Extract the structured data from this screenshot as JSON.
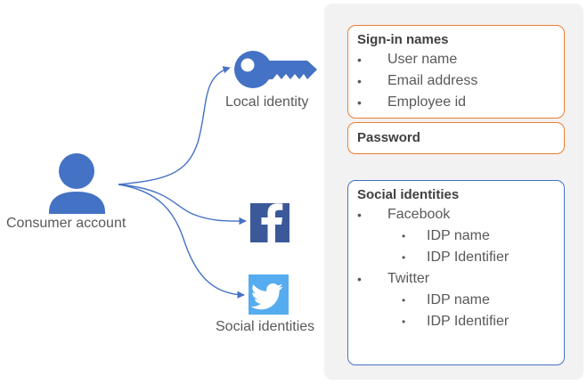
{
  "diagram": {
    "actor": {
      "label": "Consumer account",
      "icon": "person-icon"
    },
    "nodes": [
      {
        "key": "local",
        "label": "Local identity",
        "icon": "key-icon"
      },
      {
        "key": "facebook",
        "label": "",
        "icon": "facebook-icon"
      },
      {
        "key": "social",
        "label": "Social identities",
        "icon": "twitter-icon"
      }
    ],
    "connectors": [
      {
        "from": "Consumer account",
        "to": "Local identity"
      },
      {
        "from": "Consumer account",
        "to": "Facebook"
      },
      {
        "from": "Consumer account",
        "to": "Twitter"
      }
    ]
  },
  "panel": {
    "cards": [
      {
        "id": "sign-in-names",
        "title": "Sign-in names",
        "accent": "#ED7D31",
        "items": [
          {
            "bullet": "•",
            "text": "User name"
          },
          {
            "bullet": "•",
            "text": "Email address"
          },
          {
            "bullet": "•",
            "text": "Employee id"
          }
        ]
      },
      {
        "id": "password",
        "title": "Password",
        "accent": "#ED7D31",
        "items": []
      },
      {
        "id": "social-identities",
        "title": "Social identities",
        "accent": "#4472C4",
        "items": [
          {
            "bullet": "•",
            "text": "Facebook",
            "children": [
              {
                "bullet": "•",
                "text": "IDP name"
              },
              {
                "bullet": "•",
                "text": "IDP Identifier"
              }
            ]
          },
          {
            "bullet": "•",
            "text": "Twitter",
            "children": [
              {
                "bullet": "•",
                "text": "IDP name"
              },
              {
                "bullet": "•",
                "text": "IDP Identifier"
              }
            ]
          }
        ]
      }
    ]
  },
  "colors": {
    "person": "#4472C4",
    "key": "#4472C4",
    "arrow": "#4472C4",
    "facebook": "#3B5998",
    "twitter": "#55ACEE",
    "panel_bg": "#F2F2F2",
    "orange_border": "#ED7D31",
    "blue_border": "#4472C4",
    "title_text": "#404040",
    "body_text": "#595959"
  }
}
